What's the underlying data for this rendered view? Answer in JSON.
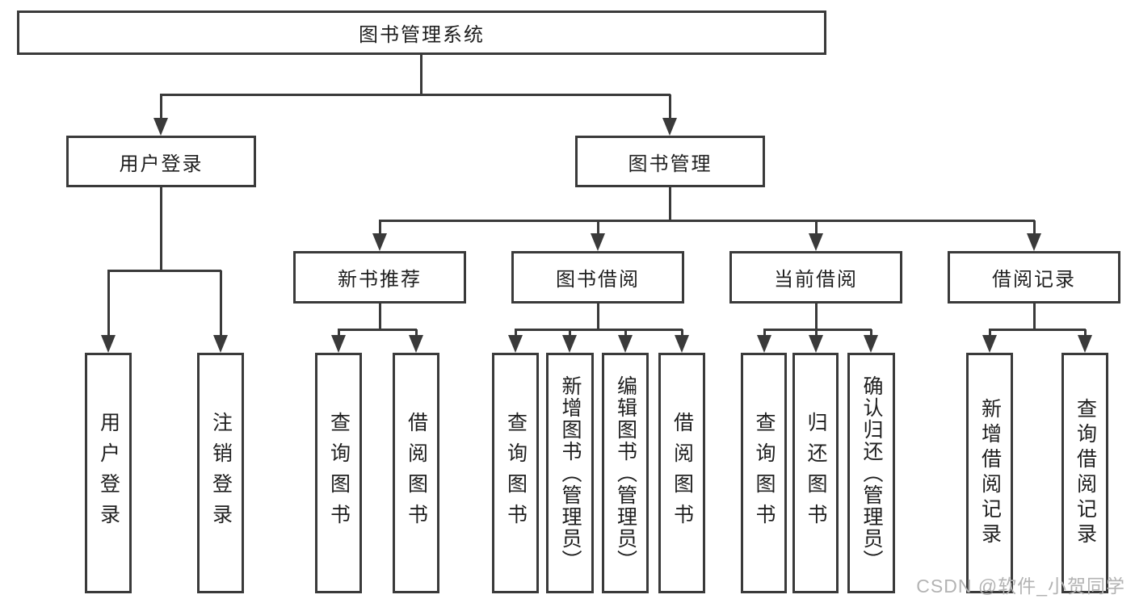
{
  "diagram_title": "图书管理系统",
  "tree": {
    "label": "图书管理系统",
    "children": [
      {
        "label": "用户登录",
        "children": [
          {
            "label": "用户登录"
          },
          {
            "label": "注销登录"
          }
        ]
      },
      {
        "label": "图书管理",
        "children": [
          {
            "label": "新书推荐",
            "children": [
              {
                "label": "查询图书"
              },
              {
                "label": "借阅图书"
              }
            ]
          },
          {
            "label": "图书借阅",
            "children": [
              {
                "label": "查询图书"
              },
              {
                "label": "新增图书（管理员）"
              },
              {
                "label": "编辑图书（管理员）"
              },
              {
                "label": "借阅图书"
              }
            ]
          },
          {
            "label": "当前借阅",
            "children": [
              {
                "label": "查询图书"
              },
              {
                "label": "归还图书"
              },
              {
                "label": "确认归还（管理员）"
              }
            ]
          },
          {
            "label": "借阅记录",
            "children": [
              {
                "label": "新增借阅记录"
              },
              {
                "label": "查询借阅记录"
              }
            ]
          }
        ]
      }
    ]
  },
  "watermark": "CSDN @软件_小贺同学",
  "colors": {
    "line": "#3a3a3a",
    "text": "#1f1f1f",
    "background": "#ffffff",
    "watermark": "#b3b3b3"
  }
}
